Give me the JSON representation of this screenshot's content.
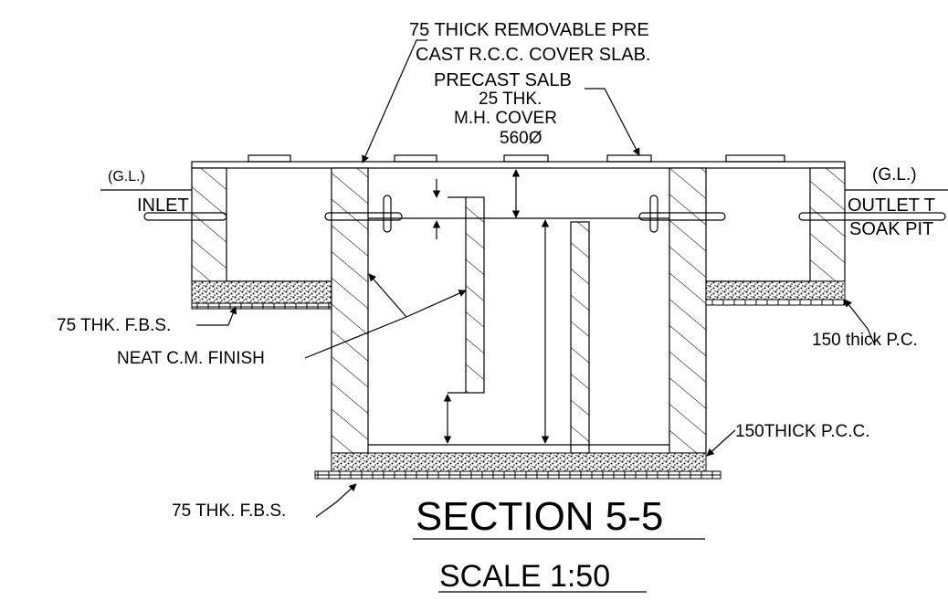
{
  "labels": {
    "cover_slab_line1": "75 THICK REMOVABLE PRE",
    "cover_slab_line2": "CAST R.C.C. COVER SLAB.",
    "precast_slab": "PRECAST SALB",
    "thickness": "25 THK.",
    "mh_cover": "M.H. COVER",
    "diameter": "560Ø",
    "gl_left": "(G.L.)",
    "inlet": "INLET",
    "gl_right": "(G.L.)",
    "outlet_line1": "OUTLET T",
    "outlet_line2": "SOAK PIT",
    "fbs_left": "75 THK. F.B.S.",
    "neat_finish": "NEAT C.M. FINISH",
    "pc_right": "150 thick P.C.",
    "pcc_bottom": "150THICK P.C.C.",
    "fbs_bottom": "75 THK. F.B.S.",
    "section_title": "SECTION 5-5",
    "scale": "SCALE 1:50"
  }
}
